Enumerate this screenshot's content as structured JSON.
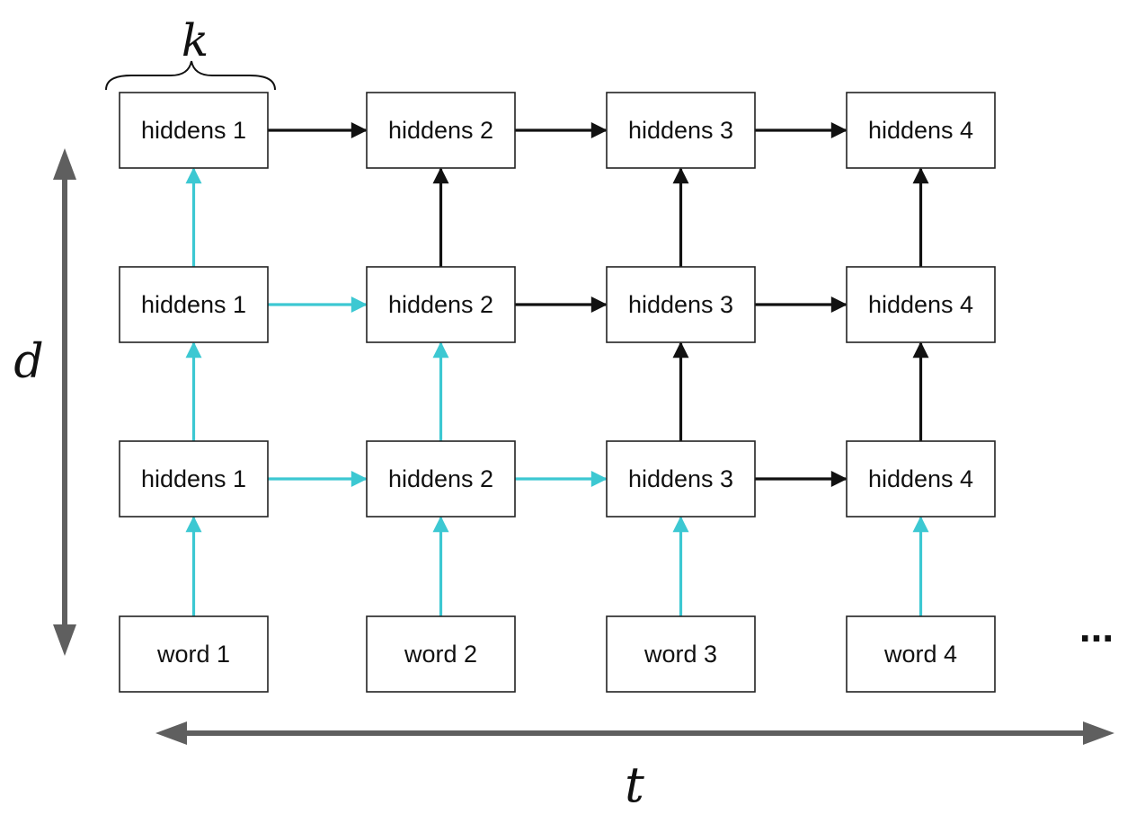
{
  "diagram": {
    "colors": {
      "active_edge": "#3CC8D2",
      "inactive_edge": "#111111",
      "axis": "#5F5F5F",
      "box_border": "#222222"
    },
    "axes": {
      "k_label": "k",
      "d_label": "d",
      "t_label": "t",
      "ellipsis": "..."
    },
    "rows": [
      {
        "labels": [
          "hiddens 1",
          "hiddens 2",
          "hiddens 3",
          "hiddens 4"
        ]
      },
      {
        "labels": [
          "hiddens 1",
          "hiddens 2",
          "hiddens 3",
          "hiddens 4"
        ]
      },
      {
        "labels": [
          "hiddens 1",
          "hiddens 2",
          "hiddens 3",
          "hiddens 4"
        ]
      },
      {
        "labels": [
          "word 1",
          "word 2",
          "word 3",
          "word 4"
        ]
      }
    ],
    "edges": [
      {
        "from": [
          0,
          0
        ],
        "to": [
          0,
          1
        ],
        "active": false
      },
      {
        "from": [
          0,
          1
        ],
        "to": [
          0,
          2
        ],
        "active": false
      },
      {
        "from": [
          0,
          2
        ],
        "to": [
          0,
          3
        ],
        "active": false
      },
      {
        "from": [
          1,
          0
        ],
        "to": [
          1,
          1
        ],
        "active": true
      },
      {
        "from": [
          1,
          1
        ],
        "to": [
          1,
          2
        ],
        "active": false
      },
      {
        "from": [
          1,
          2
        ],
        "to": [
          1,
          3
        ],
        "active": false
      },
      {
        "from": [
          2,
          0
        ],
        "to": [
          2,
          1
        ],
        "active": true
      },
      {
        "from": [
          2,
          1
        ],
        "to": [
          2,
          2
        ],
        "active": true
      },
      {
        "from": [
          2,
          2
        ],
        "to": [
          2,
          3
        ],
        "active": false
      },
      {
        "from": [
          1,
          0
        ],
        "to": [
          0,
          0
        ],
        "active": true
      },
      {
        "from": [
          1,
          1
        ],
        "to": [
          0,
          1
        ],
        "active": false
      },
      {
        "from": [
          1,
          2
        ],
        "to": [
          0,
          2
        ],
        "active": false
      },
      {
        "from": [
          1,
          3
        ],
        "to": [
          0,
          3
        ],
        "active": false
      },
      {
        "from": [
          2,
          0
        ],
        "to": [
          1,
          0
        ],
        "active": true
      },
      {
        "from": [
          2,
          1
        ],
        "to": [
          1,
          1
        ],
        "active": true
      },
      {
        "from": [
          2,
          2
        ],
        "to": [
          1,
          2
        ],
        "active": false
      },
      {
        "from": [
          2,
          3
        ],
        "to": [
          1,
          3
        ],
        "active": false
      },
      {
        "from": [
          3,
          0
        ],
        "to": [
          2,
          0
        ],
        "active": true
      },
      {
        "from": [
          3,
          1
        ],
        "to": [
          2,
          1
        ],
        "active": true
      },
      {
        "from": [
          3,
          2
        ],
        "to": [
          2,
          2
        ],
        "active": true
      },
      {
        "from": [
          3,
          3
        ],
        "to": [
          2,
          3
        ],
        "active": true
      }
    ]
  }
}
